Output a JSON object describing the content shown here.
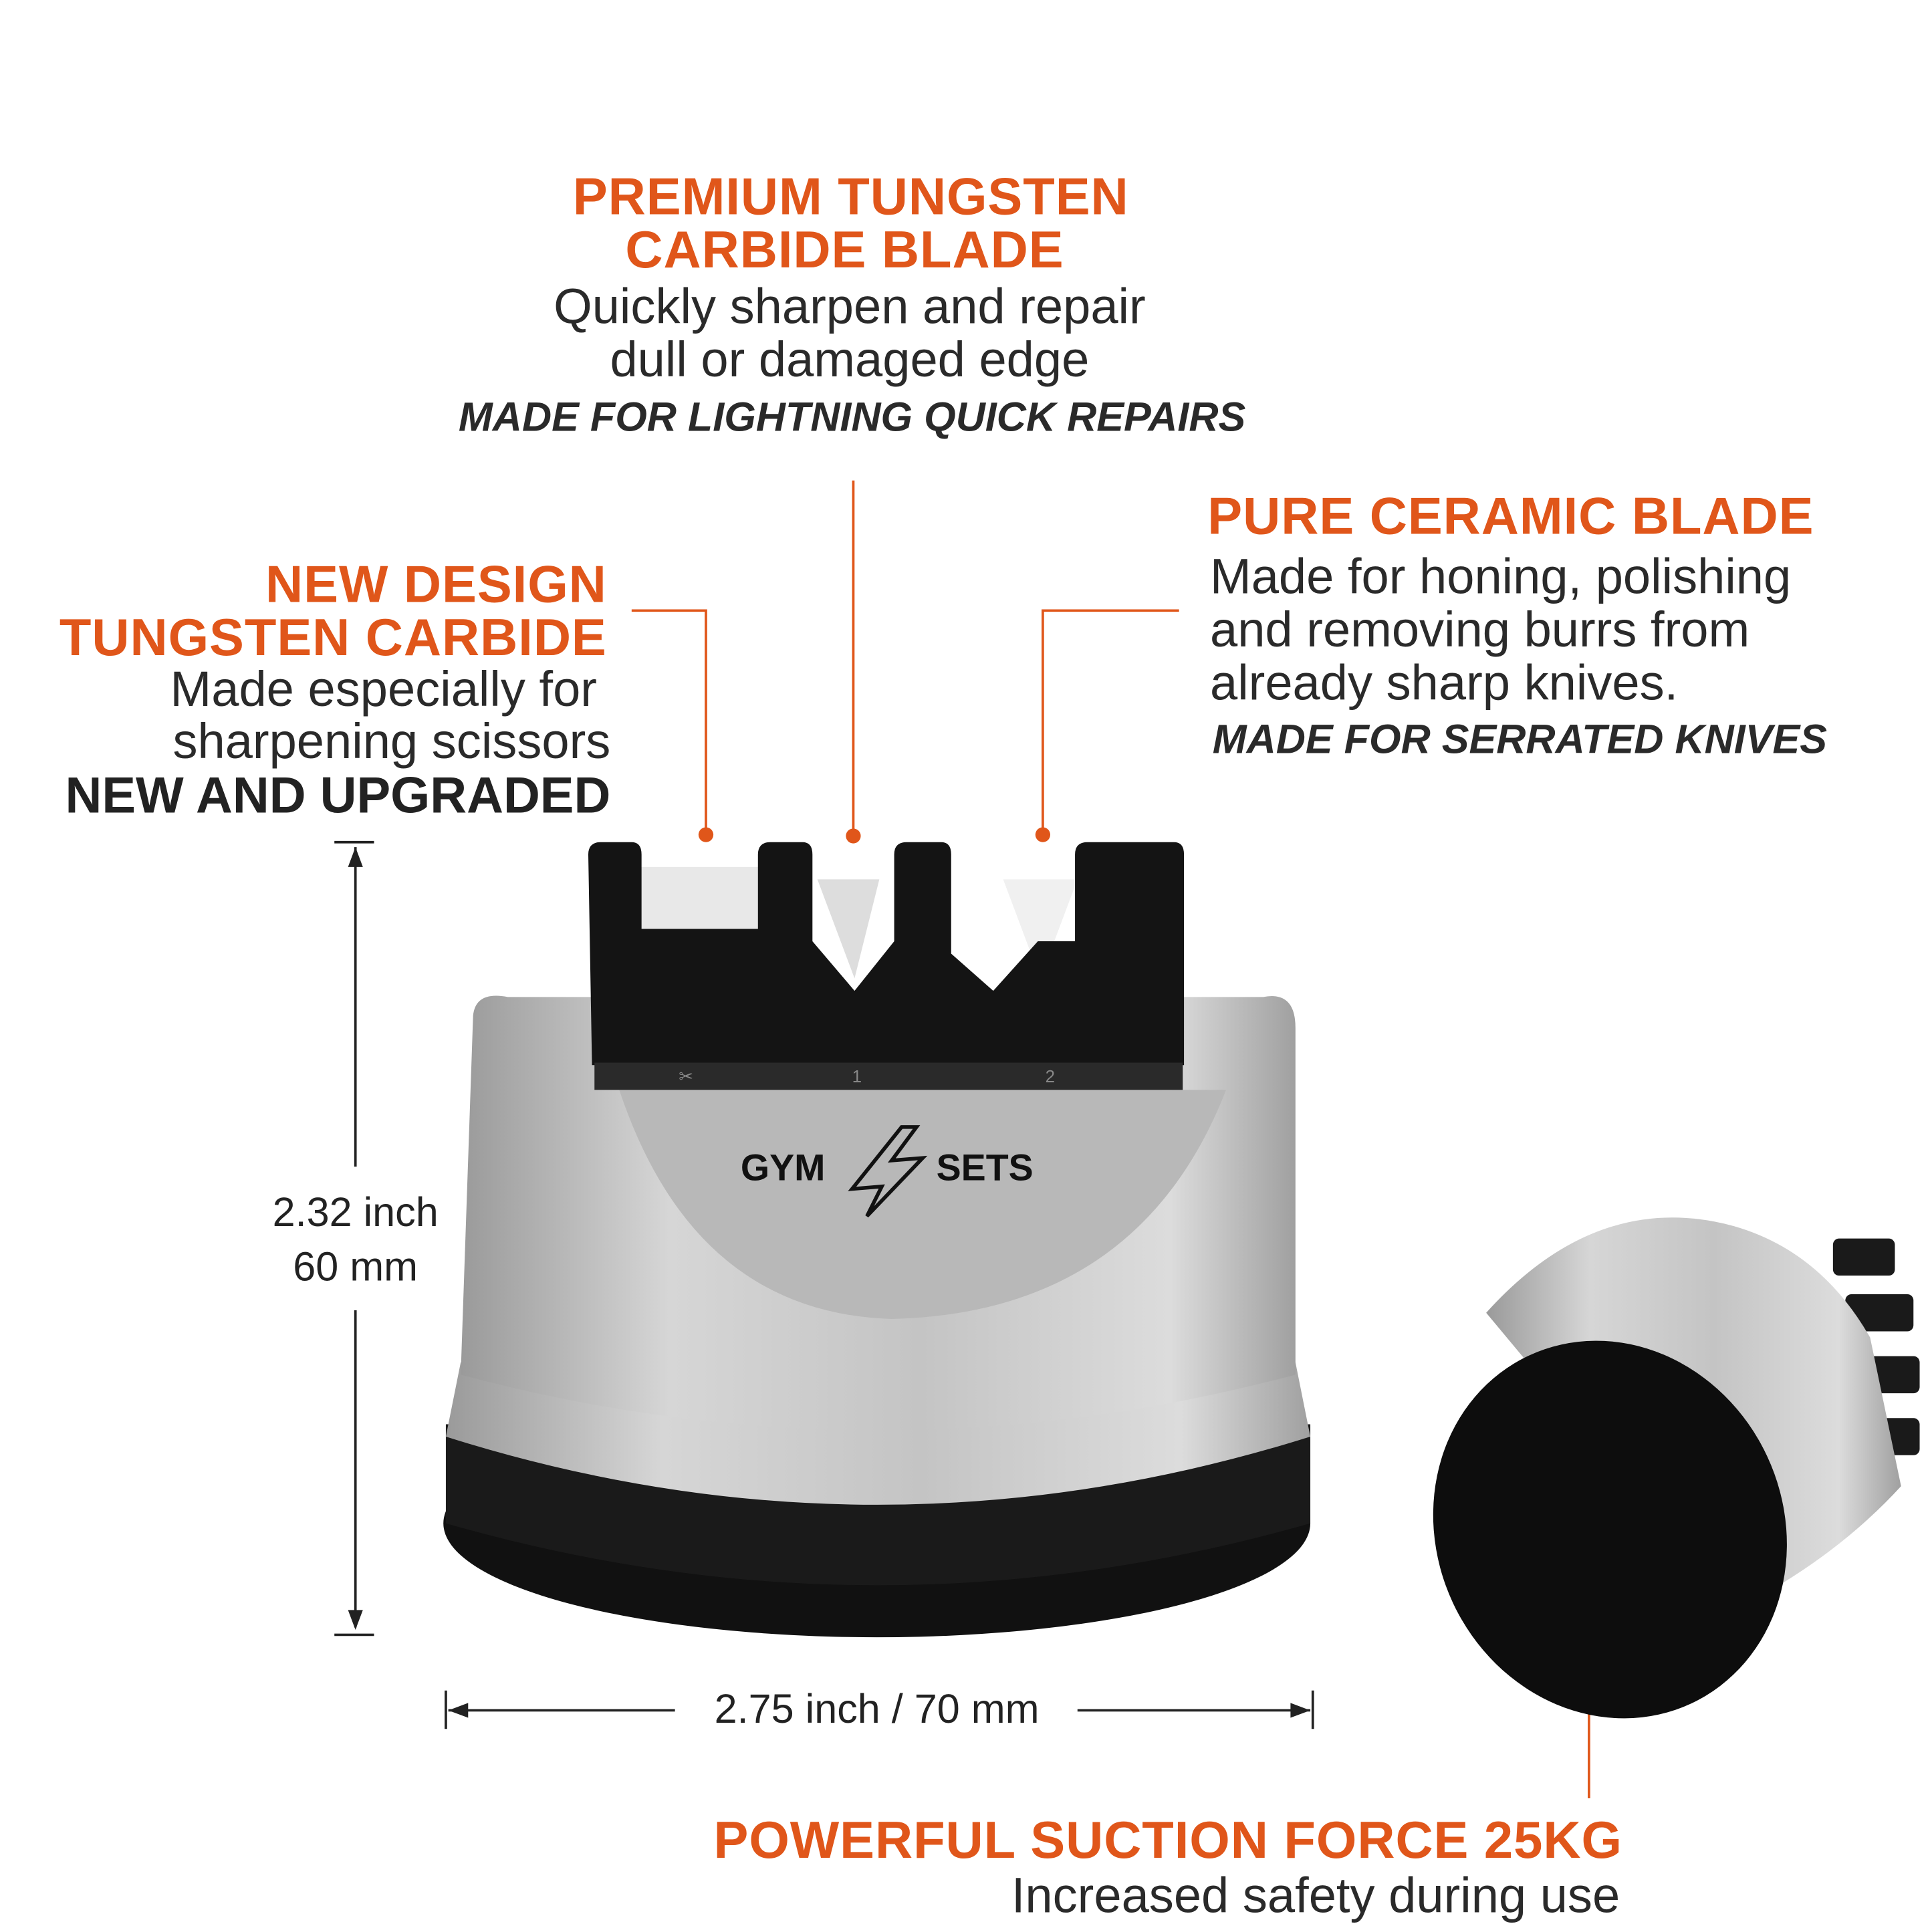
{
  "colors": {
    "accent": "#e0561a",
    "text": "#2a2a2a"
  },
  "top_callout": {
    "title_line1": "PREMIUM TUNGSTEN",
    "title_line2": "CARBIDE BLADE",
    "desc_line1": "Quickly sharpen and repair",
    "desc_line2": "dull or damaged edge",
    "tagline": "MADE FOR LIGHTNING QUICK REPAIRS"
  },
  "left_callout": {
    "title_line1": "NEW DESIGN",
    "title_line2": "TUNGSTEN CARBIDE",
    "desc_line1": "Made especially for",
    "desc_line2": "sharpening scissors",
    "tagline": "NEW AND UPGRADED"
  },
  "right_callout": {
    "title": "PURE CERAMIC BLADE",
    "desc_line1": "Made for honing, polishing",
    "desc_line2": "and removing burrs from",
    "desc_line3": "already sharp knives.",
    "tagline": "MADE FOR SERRATED KNIVES"
  },
  "dimensions": {
    "height_inch": "2.32 inch",
    "height_mm": "60 mm",
    "width": "2.75 inch / 70 mm"
  },
  "bottom_callout": {
    "title": "POWERFUL SUCTION FORCE 25KG",
    "desc": "Increased safety during use"
  },
  "product": {
    "brand_left": "GYM",
    "brand_right": "SETS",
    "slot_labels": [
      "✂",
      "1",
      "2"
    ]
  }
}
